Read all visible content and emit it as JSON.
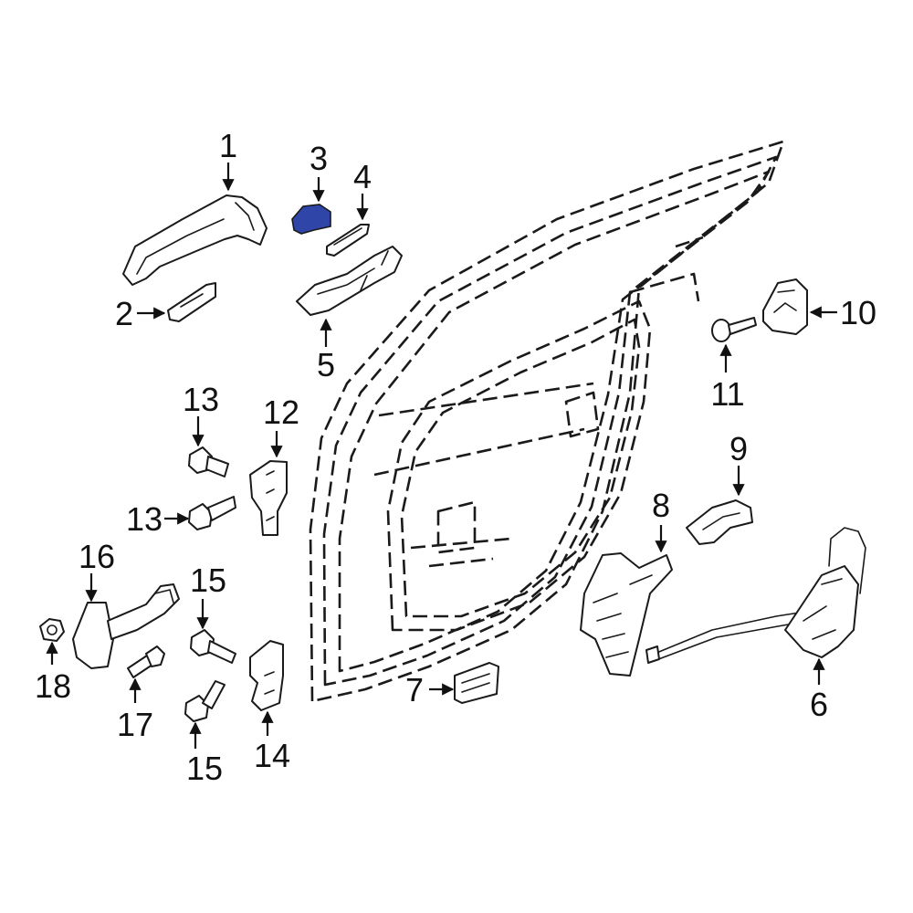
{
  "diagram": {
    "highlight_color": "#2f45a8",
    "outline_color": "#1a1a1a",
    "callouts": [
      {
        "id": "c1",
        "label": "1"
      },
      {
        "id": "c2",
        "label": "2"
      },
      {
        "id": "c3",
        "label": "3",
        "highlighted": true
      },
      {
        "id": "c4",
        "label": "4"
      },
      {
        "id": "c5",
        "label": "5"
      },
      {
        "id": "c6",
        "label": "6"
      },
      {
        "id": "c7",
        "label": "7"
      },
      {
        "id": "c8",
        "label": "8"
      },
      {
        "id": "c9",
        "label": "9"
      },
      {
        "id": "c10",
        "label": "10"
      },
      {
        "id": "c11",
        "label": "11"
      },
      {
        "id": "c12",
        "label": "12"
      },
      {
        "id": "c13a",
        "label": "13"
      },
      {
        "id": "c13b",
        "label": "13"
      },
      {
        "id": "c14",
        "label": "14"
      },
      {
        "id": "c15a",
        "label": "15"
      },
      {
        "id": "c15b",
        "label": "15"
      },
      {
        "id": "c16",
        "label": "16"
      },
      {
        "id": "c17",
        "label": "17"
      },
      {
        "id": "c18",
        "label": "18"
      }
    ]
  }
}
